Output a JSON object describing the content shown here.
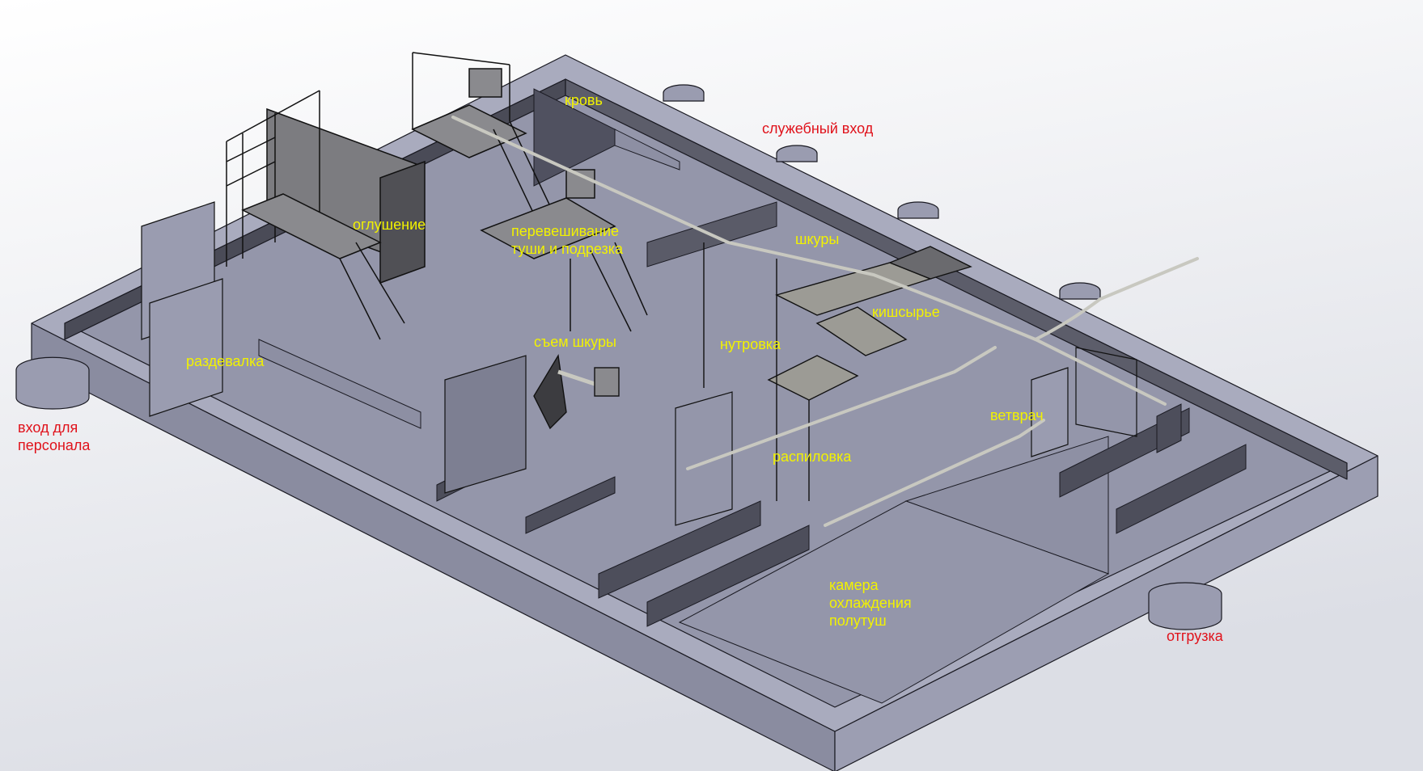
{
  "figure": {
    "type": "isometric 3D layout of slaughterhouse floor",
    "colors": {
      "background_top": "#ffffff",
      "background_bottom": "#dfe1e7",
      "floor": "#9a9cb0",
      "wall_top": "#a7a9bd",
      "wall_dark": "#4b4c58",
      "wall_side": "#8c8ea2",
      "equipment": "#3a3a3e",
      "pipe": "#c8c8c0",
      "zone_label": "#f2f200",
      "entry_label": "#e0121b"
    }
  },
  "zone_labels": {
    "blood": "кровь",
    "stunning": "оглушение",
    "rehanging": [
      "перевешивание",
      "туши и подрезка"
    ],
    "hides": "шкуры",
    "offal": "кишсырье",
    "hide_removal": "съем шкуры",
    "evisceration": "нутровка",
    "locker_room": "раздевалка",
    "vet": "ветврач",
    "sawing": "распиловка",
    "chill_room": [
      "камера",
      "охлаждения",
      "полутуш"
    ]
  },
  "entry_labels": {
    "service_entrance": "служебный вход",
    "staff_entrance": [
      "вход для",
      "персонала"
    ],
    "shipping": "отгрузка"
  }
}
